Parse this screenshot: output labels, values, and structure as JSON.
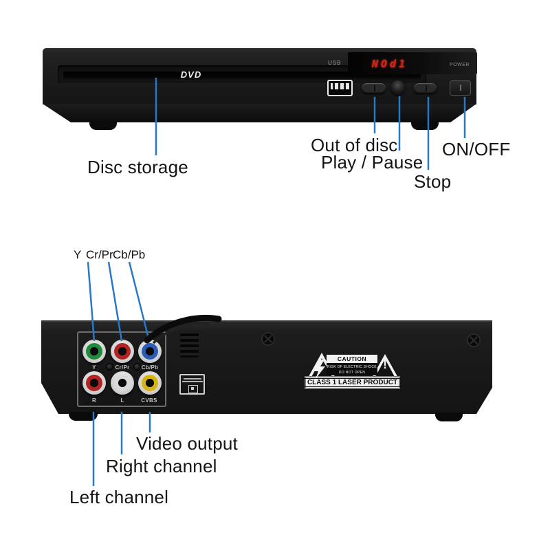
{
  "front": {
    "dvd_logo": "DVD",
    "usb_label": "USB",
    "display_text": "NOd1",
    "power_label": "POWER",
    "callouts": {
      "disc_storage": "Disc storage",
      "out_of_disc": "Out of disc",
      "play_pause": "Play / Pause",
      "stop": "Stop",
      "on_off": "ON/OFF"
    }
  },
  "back": {
    "component_labels": {
      "y": "Y",
      "cr_pr": "Cr/Pr",
      "cb_pb": "Cb/Pb"
    },
    "jack_labels": {
      "y": "Y",
      "cr_pr": "Cr/Pr",
      "cb_pb": "Cb/Pb",
      "r": "R",
      "l": "L",
      "cvbs": "CVBS"
    },
    "caution": {
      "title": "CAUTION",
      "warning_line1": "RISK OF ELECTRIC SHOCK",
      "warning_line2": "DO NOT OPEN",
      "class_label": "CLASS 1 LASER PRODUCT",
      "exclamation": "!"
    },
    "callouts": {
      "video_output": "Video output",
      "right_channel": "Right channel",
      "left_channel": "Left channel"
    }
  },
  "colors": {
    "callout_line": "#2878c8",
    "led_text": "#d9231a",
    "jack_green": "#1f8a3c",
    "jack_red": "#b02424",
    "jack_blue": "#2a5cb4",
    "jack_white": "#d9d9d9",
    "jack_yellow": "#d7b414"
  }
}
